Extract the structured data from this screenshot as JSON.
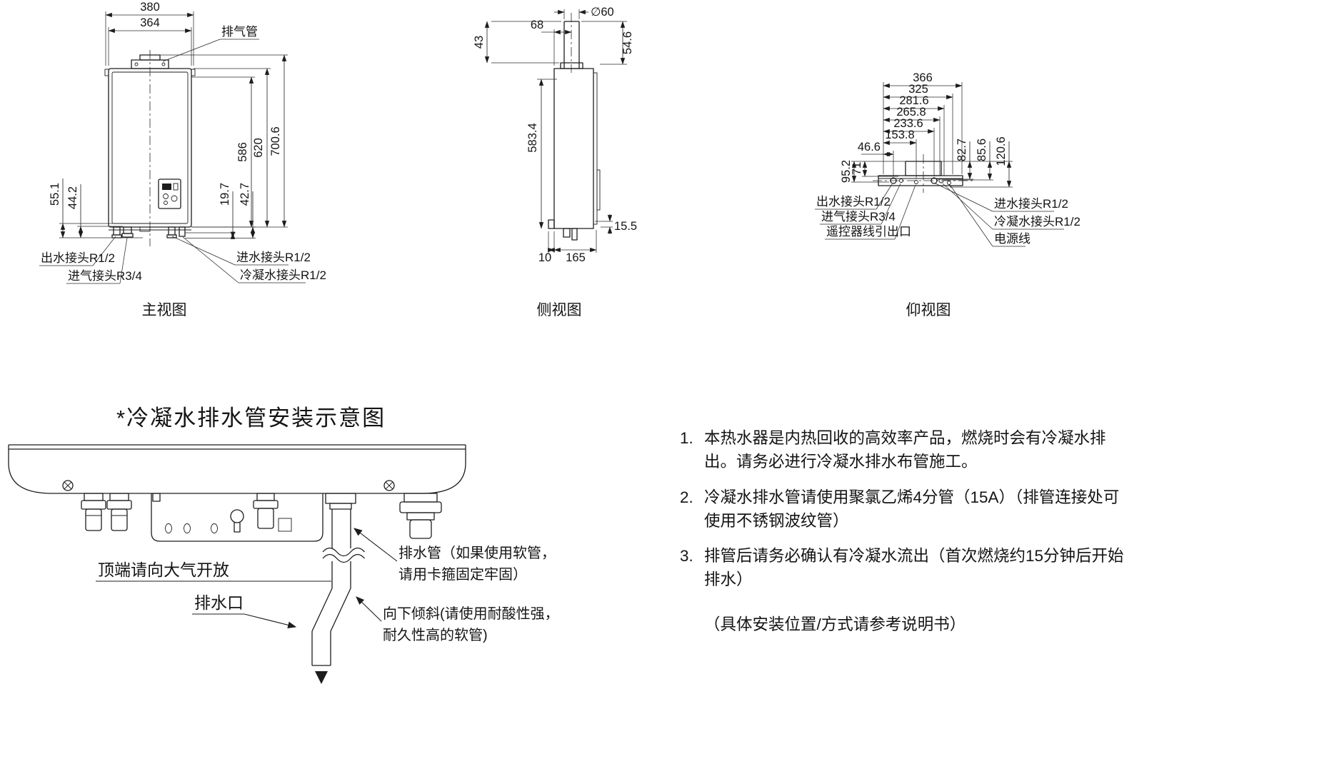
{
  "views": {
    "front": {
      "caption": "主视图",
      "dims": {
        "w380": "380",
        "w364": "364",
        "h586": "586",
        "h620": "620",
        "h700_6": "700.6",
        "h55_1": "55.1",
        "h44_2": "44.2",
        "h19_7": "19.7",
        "h42_7": "42.7"
      },
      "labels": {
        "exhaust": "排气管",
        "water_out": "出水接头R1/2",
        "gas_in": "进气接头R3/4",
        "water_in": "进水接头R1/2",
        "condensate": "冷凝水接头R1/2"
      }
    },
    "side": {
      "caption": "侧视图",
      "dims": {
        "d60": "∅60",
        "w68": "68",
        "h43": "43",
        "h54_6": "54.6",
        "h583_4": "583.4",
        "h15_5": "15.5",
        "w10": "10",
        "w165": "165"
      }
    },
    "bottom": {
      "caption": "仰视图",
      "dims": {
        "w366": "366",
        "w325": "325",
        "w281_6": "281.6",
        "w265_8": "265.8",
        "w233_6": "233.6",
        "w153_8": "153.8",
        "w46_6": "46.6",
        "h95_2": "95.2",
        "h71": "71",
        "h82_7": "82.7",
        "h85_6": "85.6",
        "h120_6": "120.6"
      },
      "labels": {
        "water_out": "出水接头R1/2",
        "gas_in": "进气接头R3/4",
        "remote": "遥控器线引出口",
        "water_in": "进水接头R1/2",
        "condensate": "冷凝水接头R1/2",
        "power": "电源线"
      }
    }
  },
  "condensate": {
    "title": "*冷凝水排水管安装示意图",
    "labels": {
      "open_top": "顶端请向大气开放",
      "outlet": "排水口",
      "pipe_l1": "排水管（如果使用软管，",
      "pipe_l2": "请用卡箍固定牢固）",
      "slope_l1": "向下倾斜(请使用耐酸性强，",
      "slope_l2": "耐久性高的软管)"
    }
  },
  "notes": {
    "items": [
      {
        "num": "1.",
        "text": "本热水器是内热回收的高效率产品，燃烧时会有冷凝水排出。请务必进行冷凝水排水布管施工。"
      },
      {
        "num": "2.",
        "text": "冷凝水排水管请使用聚氯乙烯4分管（15A）（排管连接处可使用不锈钢波纹管）"
      },
      {
        "num": "3.",
        "text": "排管后请务必确认有冷凝水流出（首次燃烧约15分钟后开始排水）"
      }
    ],
    "footer": "（具体安装位置/方式请参考说明书）"
  }
}
